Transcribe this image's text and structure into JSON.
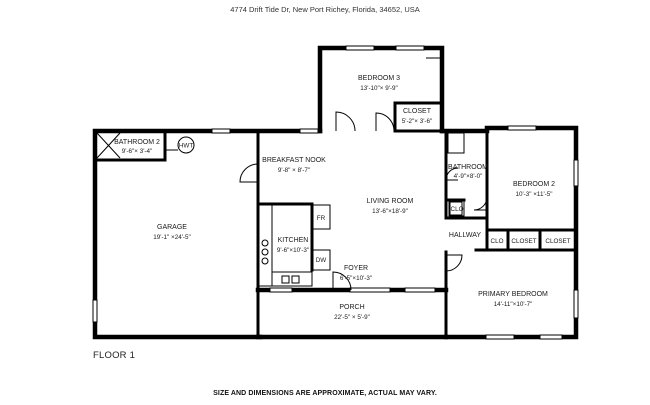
{
  "header": {
    "address": "4774 Drift Tide Dr, New Port Richey, Florida, 34652, USA"
  },
  "floor_label": "FLOOR 1",
  "disclaimer": "SIZE AND DIMENSIONS ARE APPROXIMATE, ACTUAL MAY VARY.",
  "rooms": {
    "bedroom3": {
      "name": "BEDROOM 3",
      "dims": "13'-10\"× 9'-9\""
    },
    "closet_top": {
      "name": "CLOSET",
      "dims": "5'-2\"× 3'-6\""
    },
    "bathroom2_garage": {
      "name": "BATHROOM 2",
      "dims": "9'-6\"× 3'-4\""
    },
    "hwt": {
      "name": "HWT"
    },
    "breakfast_nook": {
      "name": "BREAKFAST NOOK",
      "dims": "9'-8\" × 8'-7\""
    },
    "bathroom": {
      "name": "BATHROOM",
      "dims": "4'-9\"×8'-0\""
    },
    "clo_bath": {
      "name": "CLO"
    },
    "bedroom2": {
      "name": "BEDROOM 2",
      "dims": "10'-3\" ×11'-5\""
    },
    "living_room": {
      "name": "LIVING ROOM",
      "dims": "13'-6\"×18'-9\""
    },
    "garage": {
      "name": "GARAGE",
      "dims": "19'-1\" ×24'-5\""
    },
    "fr": {
      "name": "FR"
    },
    "kitchen": {
      "name": "KITCHEN",
      "dims": "9'-6\"×10'-3\""
    },
    "dw": {
      "name": "DW"
    },
    "hallway": {
      "name": "HALLWAY"
    },
    "clo_hall": {
      "name": "CLO"
    },
    "closet_hall_1": {
      "name": "CLOSET"
    },
    "closet_hall_2": {
      "name": "CLOSET"
    },
    "foyer": {
      "name": "FOYER",
      "dims": "6'-5\"×10'-3\""
    },
    "primary_bedroom": {
      "name": "PRIMARY BEDROOM",
      "dims": "14'-11\"×10'-7\""
    },
    "porch": {
      "name": "PORCH",
      "dims": "22'-5\" × 5'-9\""
    }
  }
}
